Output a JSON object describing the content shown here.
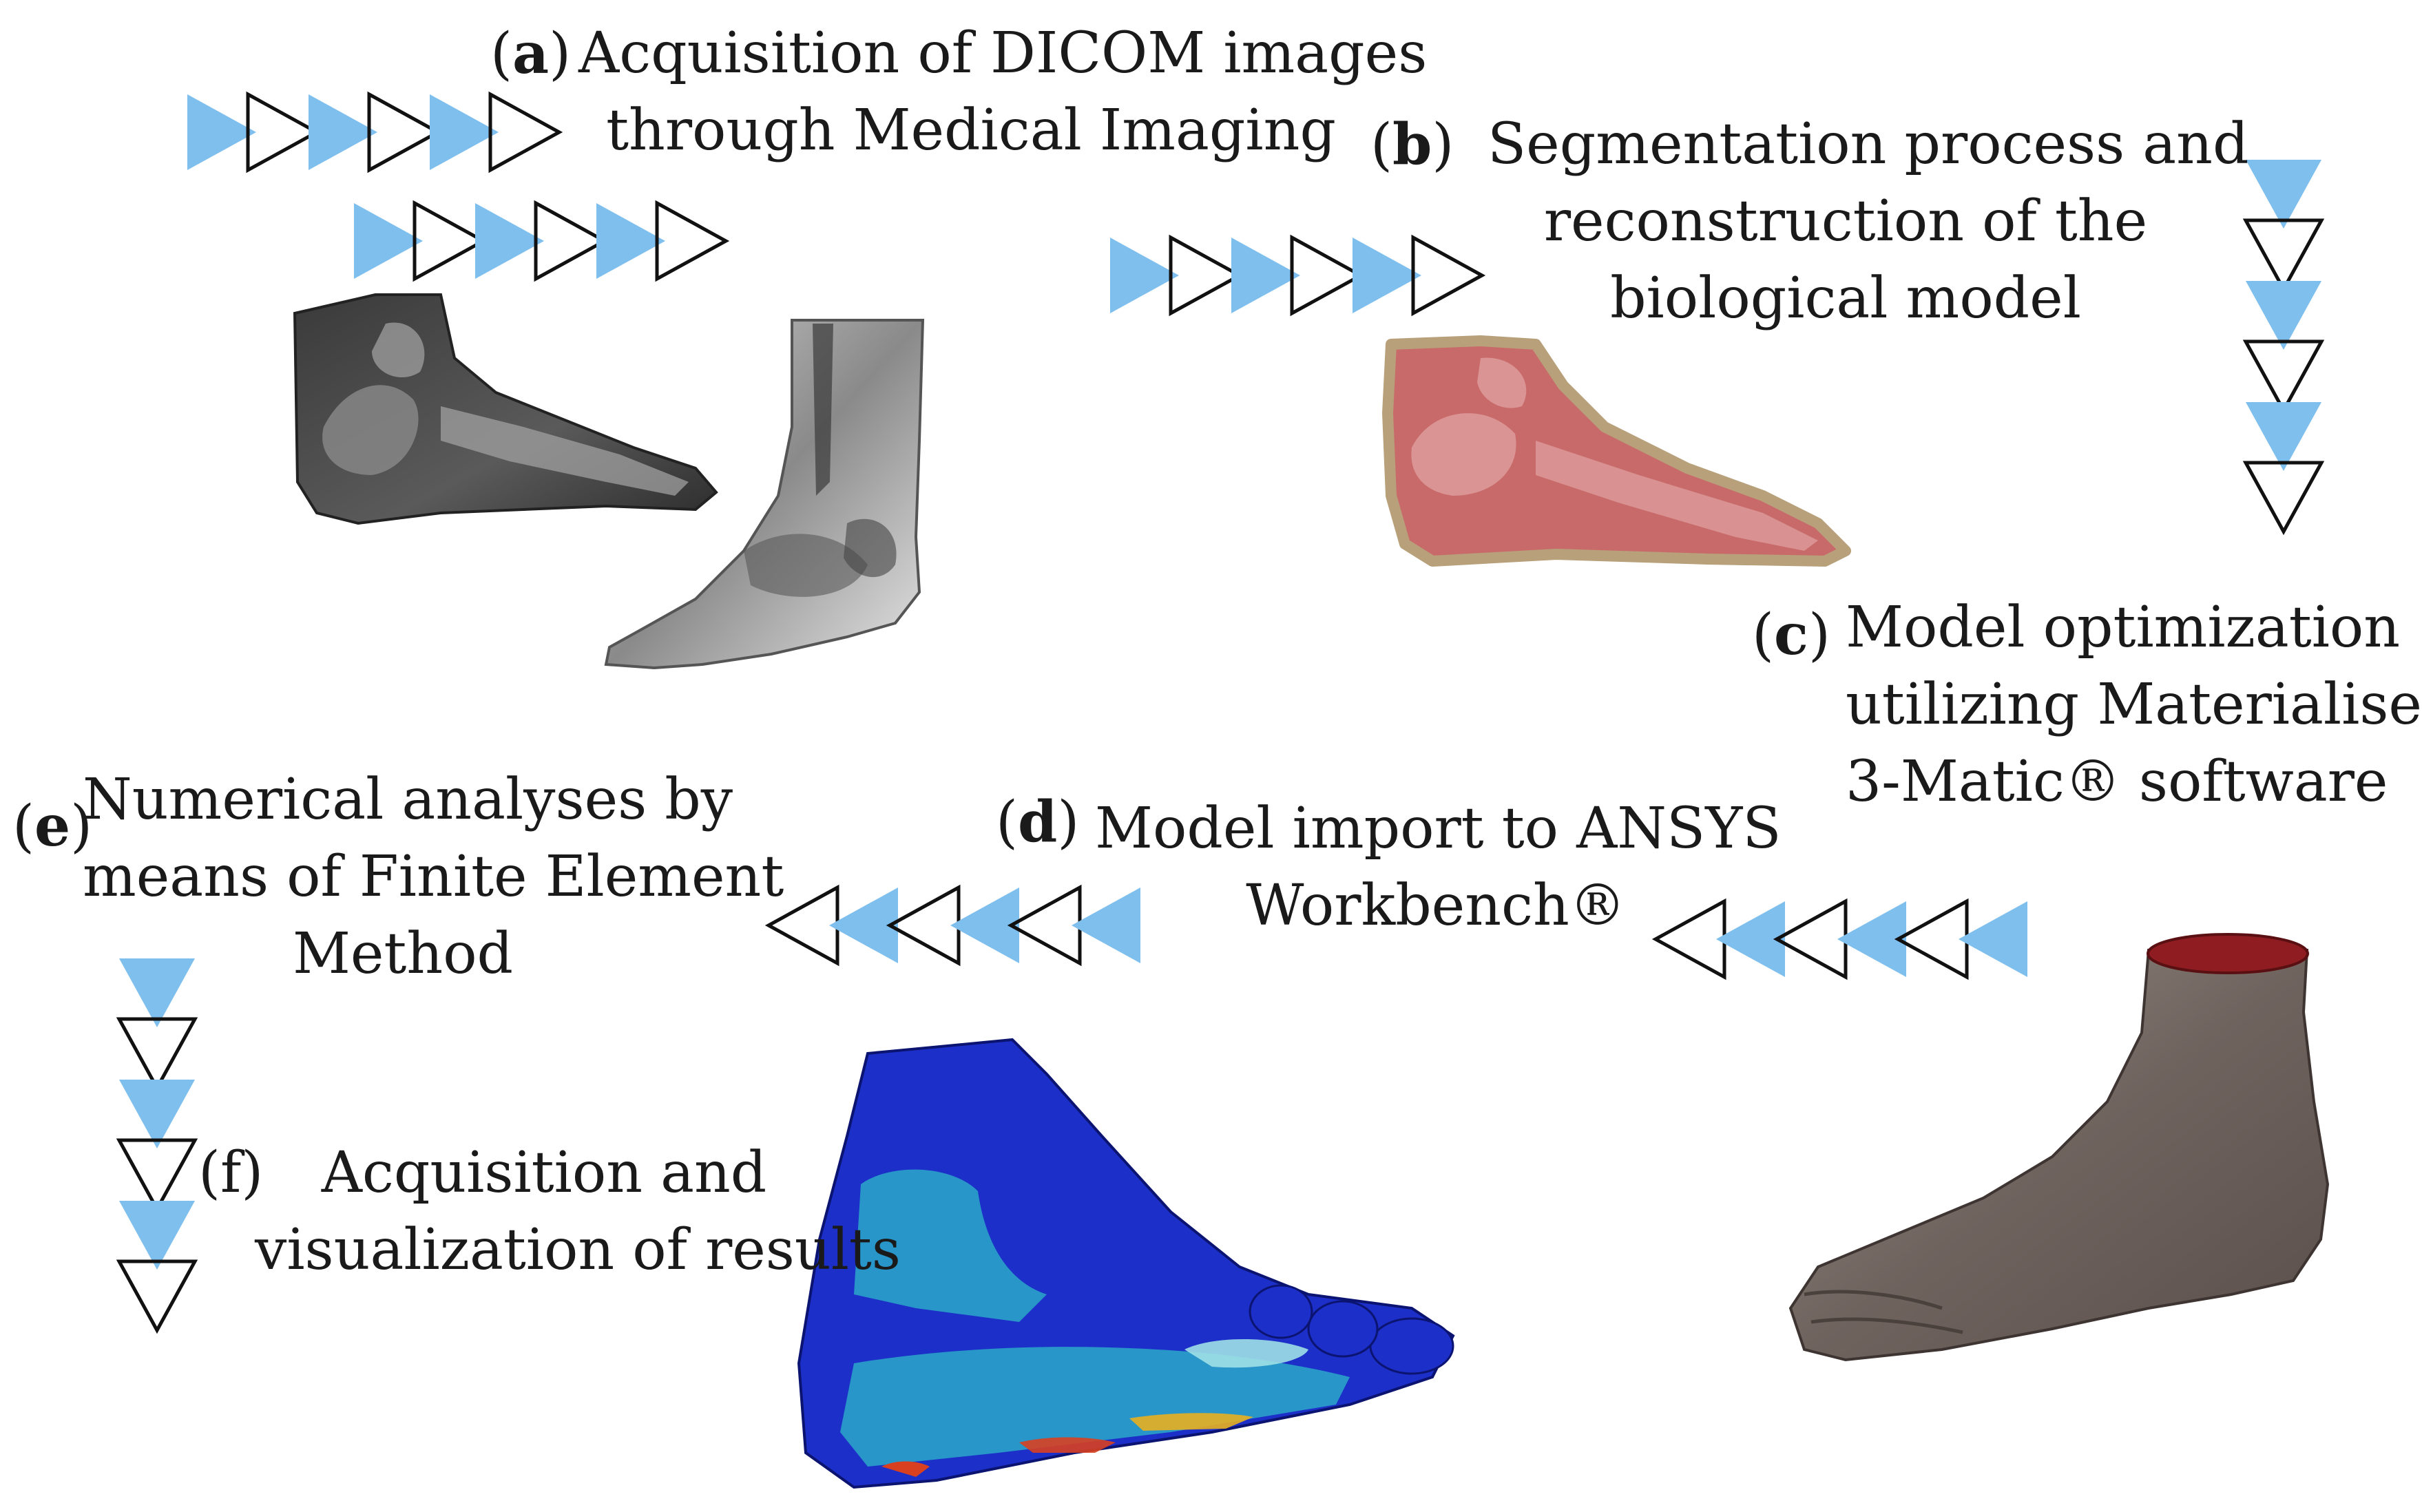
{
  "steps": [
    {
      "id": "a",
      "tag": "a",
      "lines": [
        "Acquisition of DICOM images",
        "through Medical Imaging"
      ]
    },
    {
      "id": "b",
      "tag": "b",
      "lines": [
        "Segmentation process and",
        "reconstruction of the",
        "biological model"
      ]
    },
    {
      "id": "c",
      "tag": "c",
      "lines": [
        "Model optimization",
        "utilizing Materialise",
        "3-Matic® software"
      ]
    },
    {
      "id": "d",
      "tag": "d",
      "lines": [
        "Model import to ANSYS",
        "Workbench®"
      ]
    },
    {
      "id": "e",
      "tag": "e",
      "lines": [
        "Numerical analyses by",
        "means of Finite Element",
        "Method"
      ]
    },
    {
      "id": "f",
      "tag": "f",
      "lines": [
        "Acquisition and",
        "visualization of results"
      ]
    }
  ],
  "colors": {
    "arrow_fill": "#7fbfee",
    "arrow_outline": "#111111",
    "ct_scan": "#4a4a4a",
    "mri_scan": "#8a8a8a",
    "segmentation": "#c96a6a",
    "segmentation_border": "#b7a07a",
    "stl_model": "#7a6e69",
    "stl_top": "#8e1c20",
    "fem_base": "#1c2fc8",
    "fem_mid": "#2aa8c8",
    "fem_hot": "#d84020"
  }
}
